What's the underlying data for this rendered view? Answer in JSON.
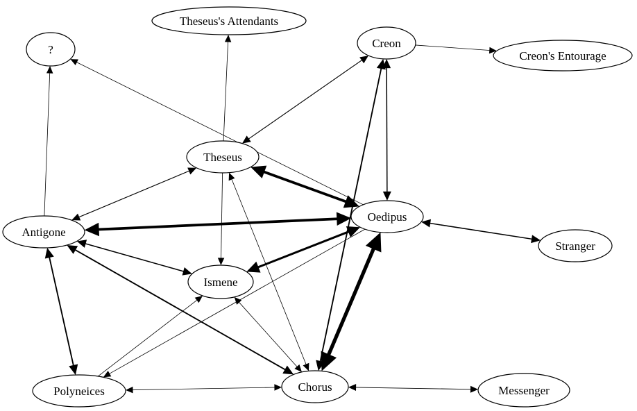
{
  "graph": {
    "nodes": [
      {
        "id": "theseus_attendants",
        "label": "Theseus's Attendants"
      },
      {
        "id": "question",
        "label": "?"
      },
      {
        "id": "creon",
        "label": "Creon"
      },
      {
        "id": "creon_entourage",
        "label": "Creon's Entourage"
      },
      {
        "id": "theseus",
        "label": "Theseus"
      },
      {
        "id": "oedipus",
        "label": "Oedipus"
      },
      {
        "id": "antigone",
        "label": "Antigone"
      },
      {
        "id": "stranger",
        "label": "Stranger"
      },
      {
        "id": "ismene",
        "label": "Ismene"
      },
      {
        "id": "polyneices",
        "label": "Polyneices"
      },
      {
        "id": "chorus",
        "label": "Chorus"
      },
      {
        "id": "messenger",
        "label": "Messenger"
      }
    ],
    "edges": [
      {
        "from": "theseus",
        "to": "theseus_attendants",
        "weight": 1,
        "directed": "forward"
      },
      {
        "from": "antigone",
        "to": "question",
        "weight": 1,
        "directed": "forward"
      },
      {
        "from": "oedipus",
        "to": "question",
        "weight": 1,
        "directed": "forward"
      },
      {
        "from": "creon",
        "to": "creon_entourage",
        "weight": 1,
        "directed": "forward"
      },
      {
        "from": "theseus",
        "to": "creon",
        "weight": 1.5,
        "directed": "both"
      },
      {
        "from": "creon",
        "to": "oedipus",
        "weight": 2,
        "directed": "both"
      },
      {
        "from": "creon",
        "to": "chorus",
        "weight": 2.5,
        "directed": "both"
      },
      {
        "from": "theseus",
        "to": "oedipus",
        "weight": 5,
        "directed": "both"
      },
      {
        "from": "theseus",
        "to": "antigone",
        "weight": 1.5,
        "directed": "both"
      },
      {
        "from": "theseus",
        "to": "ismene",
        "weight": 1,
        "directed": "forward"
      },
      {
        "from": "theseus",
        "to": "chorus",
        "weight": 1,
        "directed": "both"
      },
      {
        "from": "oedipus",
        "to": "antigone",
        "weight": 5,
        "directed": "both"
      },
      {
        "from": "oedipus",
        "to": "ismene",
        "weight": 4,
        "directed": "both"
      },
      {
        "from": "oedipus",
        "to": "stranger",
        "weight": 2,
        "directed": "both"
      },
      {
        "from": "oedipus",
        "to": "chorus",
        "weight": 7,
        "directed": "both"
      },
      {
        "from": "oedipus",
        "to": "polyneices",
        "weight": 1,
        "directed": "forward"
      },
      {
        "from": "antigone",
        "to": "ismene",
        "weight": 2,
        "directed": "both"
      },
      {
        "from": "antigone",
        "to": "chorus",
        "weight": 2.5,
        "directed": "both"
      },
      {
        "from": "antigone",
        "to": "polyneices",
        "weight": 2.5,
        "directed": "both"
      },
      {
        "from": "polyneices",
        "to": "ismene",
        "weight": 1,
        "directed": "forward"
      },
      {
        "from": "polyneices",
        "to": "chorus",
        "weight": 1,
        "directed": "both"
      },
      {
        "from": "ismene",
        "to": "chorus",
        "weight": 1,
        "directed": "both"
      },
      {
        "from": "chorus",
        "to": "messenger",
        "weight": 1.2,
        "directed": "both"
      }
    ]
  }
}
